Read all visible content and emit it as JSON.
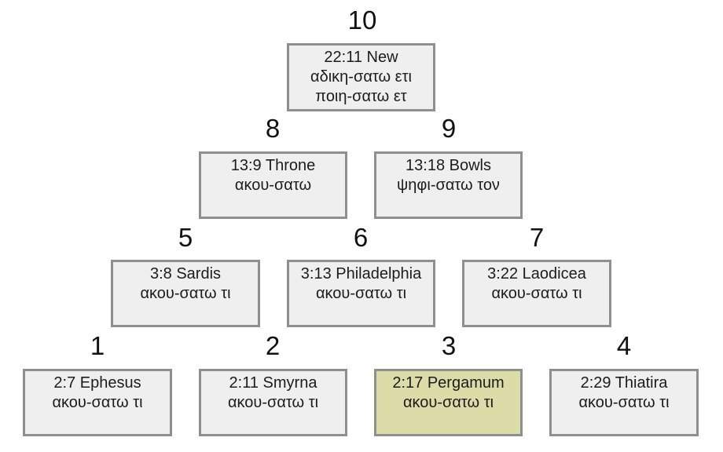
{
  "nodes": [
    {
      "number": "10",
      "ref": "22:11 New",
      "lines": [
        "αδικη-σατω ετι",
        "ποιη-σατω ετ"
      ],
      "highlight": false
    },
    {
      "number": "8",
      "ref": "13:9 Throne",
      "lines": [
        "ακου-σατω"
      ],
      "highlight": false
    },
    {
      "number": "9",
      "ref": "13:18 Bowls",
      "lines": [
        "ψηφι-σατω τον"
      ],
      "highlight": false
    },
    {
      "number": "5",
      "ref": "3:8 Sardis",
      "lines": [
        "ακου-σατω τι"
      ],
      "highlight": false
    },
    {
      "number": "6",
      "ref": "3:13 Philadelphia",
      "lines": [
        "ακου-σατω τι"
      ],
      "highlight": false
    },
    {
      "number": "7",
      "ref": "3:22 Laodicea",
      "lines": [
        "ακου-σατω τι"
      ],
      "highlight": false
    },
    {
      "number": "1",
      "ref": "2:7 Ephesus",
      "lines": [
        "ακου-σατω τι"
      ],
      "highlight": false
    },
    {
      "number": "2",
      "ref": "2:11 Smyrna",
      "lines": [
        "ακου-σατω τι"
      ],
      "highlight": false
    },
    {
      "number": "3",
      "ref": "2:17 Pergamum",
      "lines": [
        "ακου-σατω τι"
      ],
      "highlight": true
    },
    {
      "number": "4",
      "ref": "2:29 Thiatira",
      "lines": [
        "ακου-σατω τι"
      ],
      "highlight": false
    }
  ],
  "colors": {
    "box_fill": "#efefef",
    "box_border": "#8f8f8f",
    "highlight_fill": "#dcdca8"
  }
}
